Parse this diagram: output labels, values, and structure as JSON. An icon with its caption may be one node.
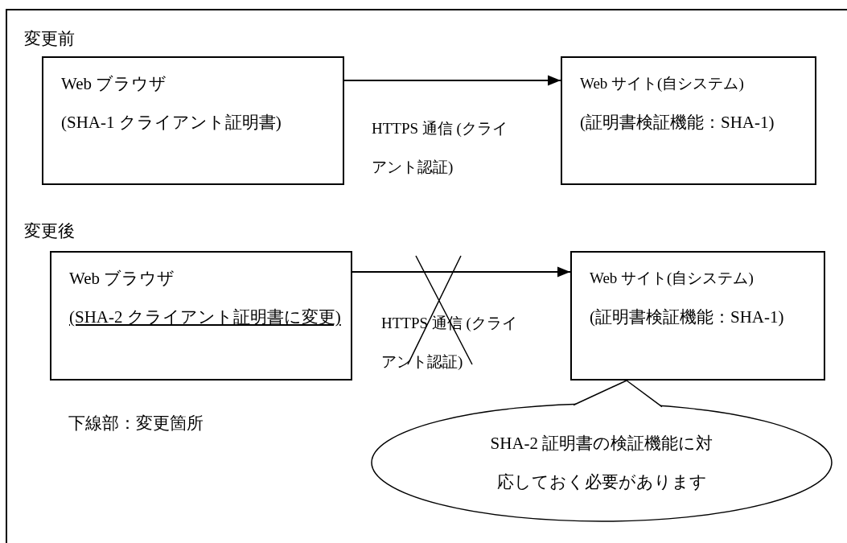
{
  "diagram": {
    "nodes": [
      {
        "text": [
          "Web ブラウザ",
          "(SHA-1 クライアント証明書)"
        ]
      },
      {
        "text": [
          "Web サイト(自システム)",
          "(証明書検証機能：SHA-1)"
        ]
      },
      {
        "text": [
          "Web ブラウザ",
          "(SHA-2 クライアント証明書に変更)"
        ]
      },
      {
        "text": [
          "Web サイト(自システム)",
          "(証明書検証機能：SHA-1)"
        ]
      },
      {
        "text": [
          "SHA-2 証明書の検証機能に対応しておく必要があります"
        ]
      }
    ],
    "edges": [
      {
        "from": 0,
        "to": 1,
        "arrow": "to",
        "label": "HTTPS 通信 (クライアント認証)"
      },
      {
        "from": 2,
        "to": 3,
        "arrow": "to",
        "label": "HTTPS 通信 (クライアント認証)"
      },
      {
        "from": 4,
        "to": 3,
        "arrow": "none"
      }
    ],
    "labels": [
      "変更前",
      "変更後",
      "下線部：変更箇所"
    ]
  }
}
